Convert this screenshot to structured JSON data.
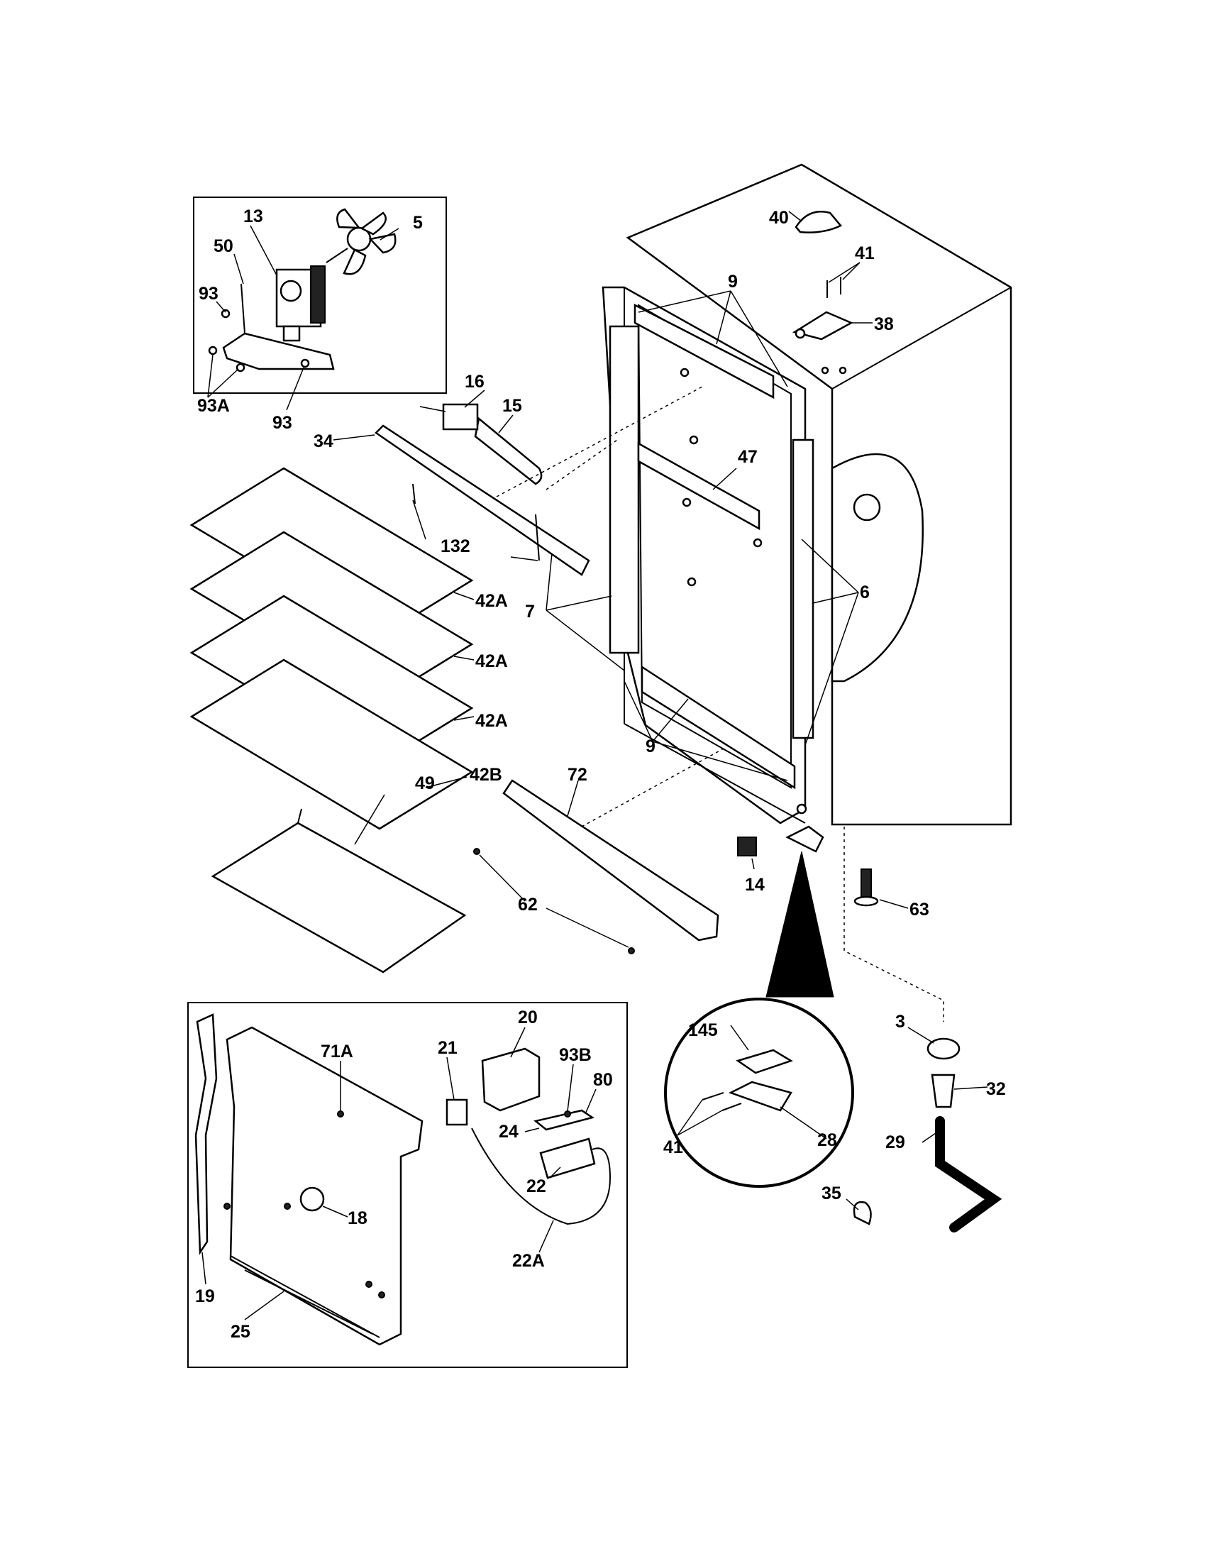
{
  "labels": {
    "l13": "13",
    "l5": "5",
    "l50": "50",
    "l93a_top": "93",
    "l93A": "93A",
    "l93b": "93",
    "l16": "16",
    "l15": "15",
    "l34": "34",
    "l132": "132",
    "l42A_1": "42A",
    "l42A_2": "42A",
    "l42A_3": "42A",
    "l42B": "42B",
    "l49": "49",
    "l72": "72",
    "l62": "62",
    "l40": "40",
    "l41_top": "41",
    "l38": "38",
    "l9_top": "9",
    "l47": "47",
    "l7": "7",
    "l6": "6",
    "l9_bot": "9",
    "l14": "14",
    "l63": "63",
    "l145": "145",
    "l41_det": "41",
    "l28": "28",
    "l3": "3",
    "l32": "32",
    "l29": "29",
    "l35": "35",
    "l71A": "71A",
    "l21": "21",
    "l20": "20",
    "l93B": "93B",
    "l80": "80",
    "l24": "24",
    "l22": "22",
    "l22A": "22A",
    "l18": "18",
    "l19": "19",
    "l25": "25"
  }
}
